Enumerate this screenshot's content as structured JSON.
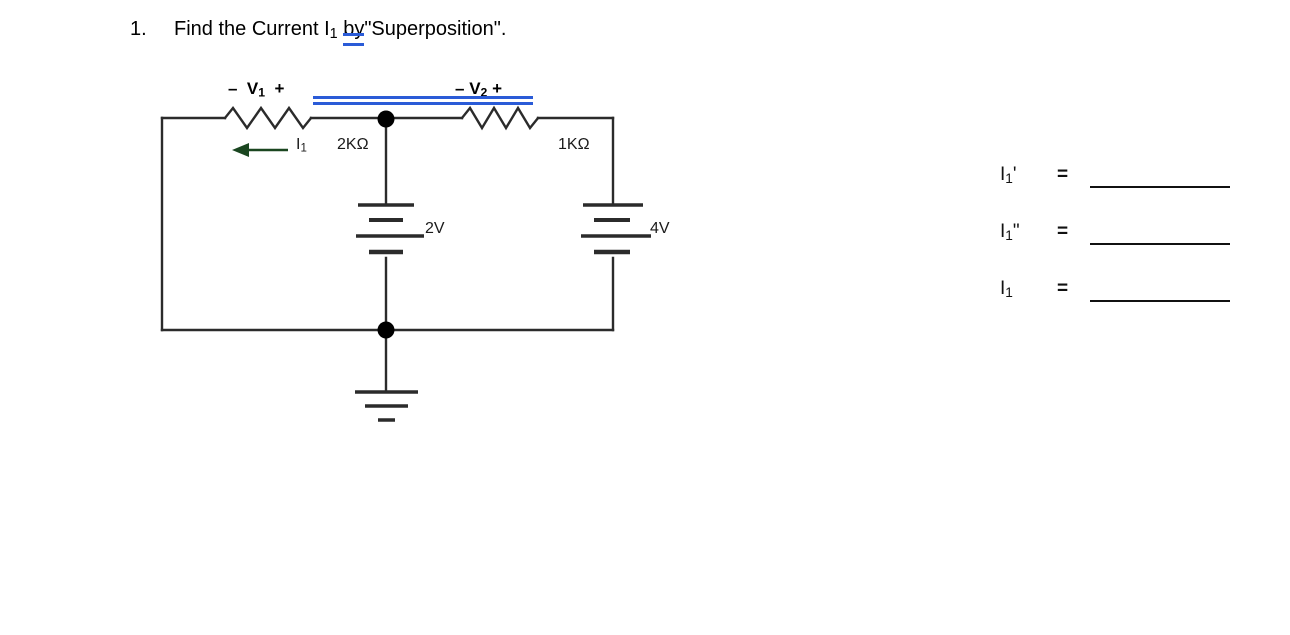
{
  "page": {
    "background_color": "#ffffff",
    "ink_color": "#1a1a1a",
    "annotation_color": "#2a5bd7",
    "arrow_color": "#1a4620"
  },
  "question": {
    "number": "1.",
    "text_before": "Find the Current I",
    "subject_subscript": "1",
    "annotated_word": "by ",
    "text_after": "\"Superposition\"."
  },
  "circuit": {
    "title_labels": {
      "v1": {
        "minus": "–",
        "name": "V",
        "subscript": "1",
        "plus": "+"
      },
      "v2": {
        "minus": "–",
        "name": "V",
        "subscript": "2",
        "plus": "+"
      }
    },
    "components": {
      "resistor1": {
        "label": "2KΩ",
        "type": "resistor"
      },
      "resistor2": {
        "label": "1KΩ",
        "type": "resistor"
      },
      "source1": {
        "label": "2V",
        "type": "battery"
      },
      "source2": {
        "label": "4V",
        "type": "battery"
      },
      "ground": {
        "type": "ground"
      }
    },
    "current_arrow": {
      "label": "I",
      "subscript": "1",
      "direction": "left"
    }
  },
  "answers": {
    "equals_sign": "=",
    "rows": [
      {
        "var_base": "I",
        "var_sub": "1",
        "var_mark": "'",
        "value": ""
      },
      {
        "var_base": "I",
        "var_sub": "1",
        "var_mark": "\"",
        "value": ""
      },
      {
        "var_base": "I",
        "var_sub": "1",
        "var_mark": "",
        "value": ""
      }
    ]
  }
}
